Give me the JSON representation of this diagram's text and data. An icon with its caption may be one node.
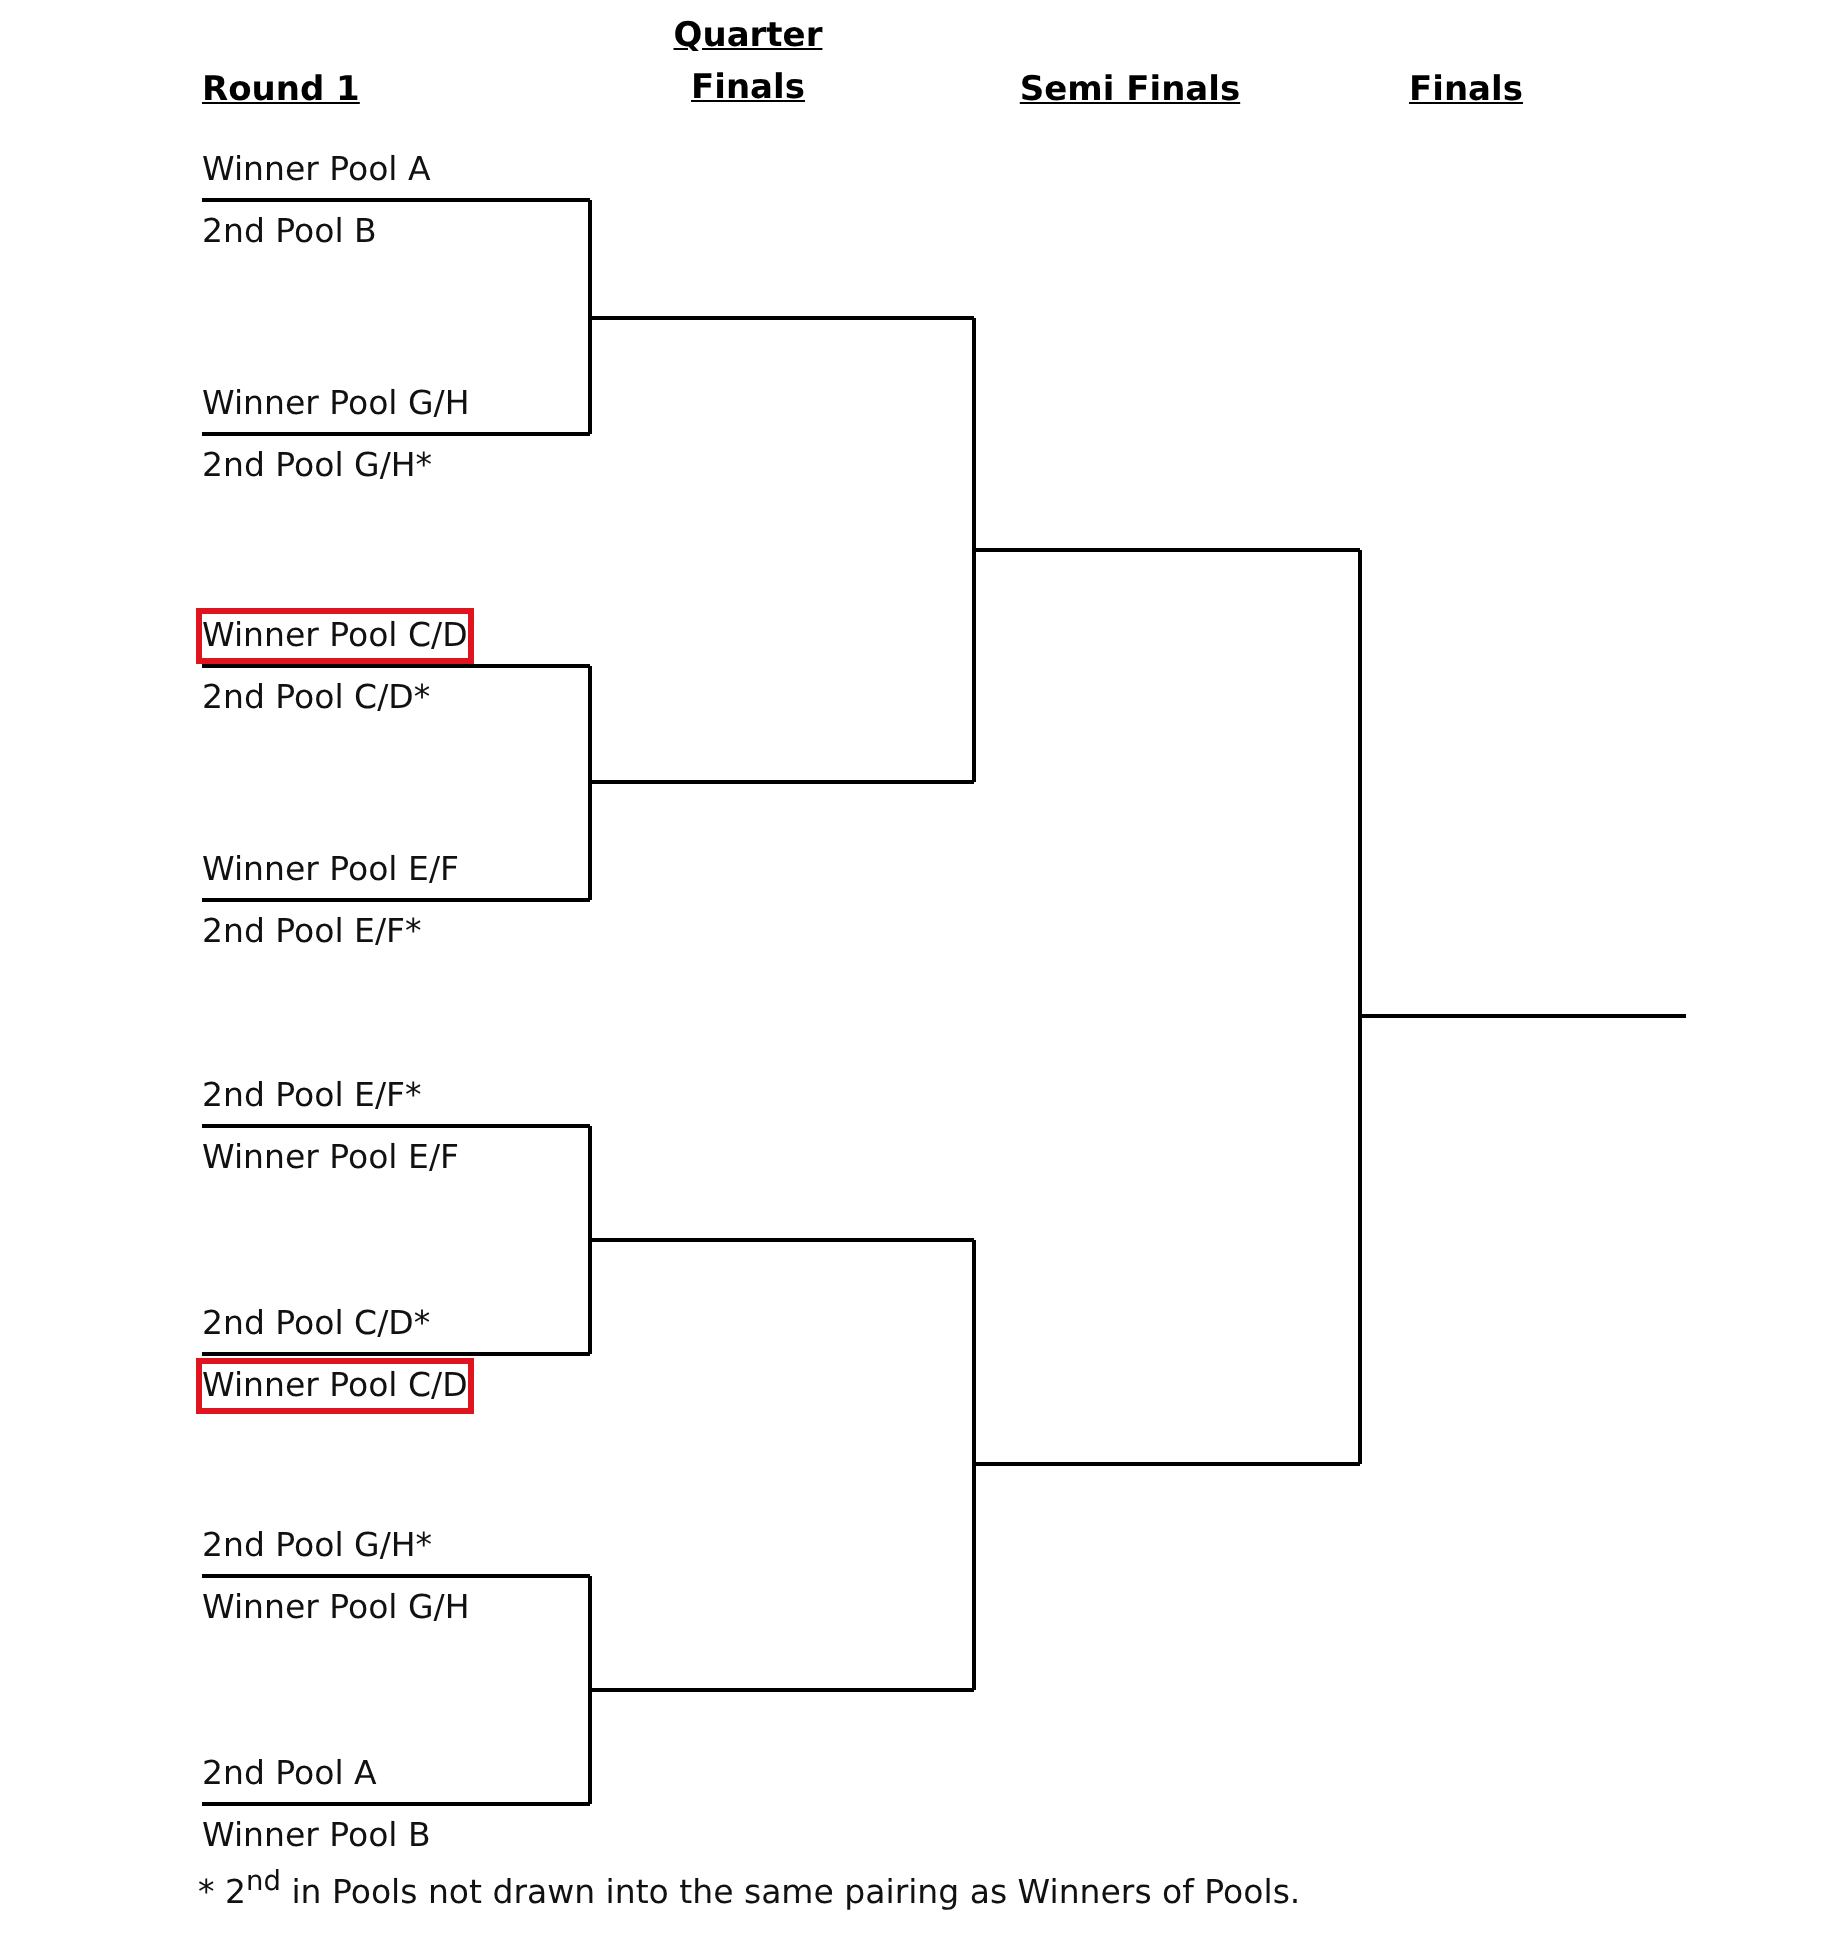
{
  "diagram": {
    "caption": "* 2$^{nd}$ in Pools not drawn into the same pairing as Winners of Pools.",
    "nodes": [
      {
        "text": [
          "Winner Pool A",
          "2nd Pool B"
        ]
      },
      {
        "text": [
          "Winner Pool G/H",
          "2nd Pool G/H*"
        ]
      },
      {
        "text": [
          "Winner Pool C/D",
          "2nd Pool C/D*"
        ]
      },
      {
        "text": [
          "Winner Pool E/F",
          "2nd Pool E/F*"
        ]
      },
      {
        "text": [
          "2nd Pool E/F*",
          "Winner Pool E/F"
        ]
      },
      {
        "text": [
          "2nd Pool C/D*",
          "Winner Pool C/D"
        ]
      },
      {
        "text": [
          "2nd Pool G/H*",
          "Winner Pool G/H"
        ]
      },
      {
        "text": [
          "2nd Pool A",
          "Winner Pool B"
        ]
      },
      {
        "text": [],
        "shape": "line"
      },
      {
        "text": [],
        "shape": "line"
      },
      {
        "text": [],
        "shape": "line"
      },
      {
        "text": [],
        "shape": "line"
      },
      {
        "text": [],
        "shape": "line"
      },
      {
        "text": [],
        "shape": "line"
      },
      {
        "text": [],
        "shape": "line"
      }
    ],
    "edges": [
      {
        "from": 0,
        "to": 8,
        "arrow": "none"
      },
      {
        "from": 1,
        "to": 8,
        "arrow": "none"
      },
      {
        "from": 2,
        "to": 9,
        "arrow": "none"
      },
      {
        "from": 3,
        "to": 9,
        "arrow": "none"
      },
      {
        "from": 4,
        "to": 10,
        "arrow": "none"
      },
      {
        "from": 5,
        "to": 10,
        "arrow": "none"
      },
      {
        "from": 6,
        "to": 11,
        "arrow": "none"
      },
      {
        "from": 7,
        "to": 11,
        "arrow": "none"
      },
      {
        "from": 8,
        "to": 12,
        "arrow": "none"
      },
      {
        "from": 9,
        "to": 12,
        "arrow": "none"
      },
      {
        "from": 10,
        "to": 13,
        "arrow": "none"
      },
      {
        "from": 11,
        "to": 13,
        "arrow": "none"
      },
      {
        "from": 12,
        "to": 14,
        "arrow": "none"
      },
      {
        "from": 13,
        "to": 14,
        "arrow": "none"
      }
    ],
    "labels": [
      "Round 1",
      "Quarter Finals",
      "Semi Finals",
      "Finals"
    ]
  }
}
